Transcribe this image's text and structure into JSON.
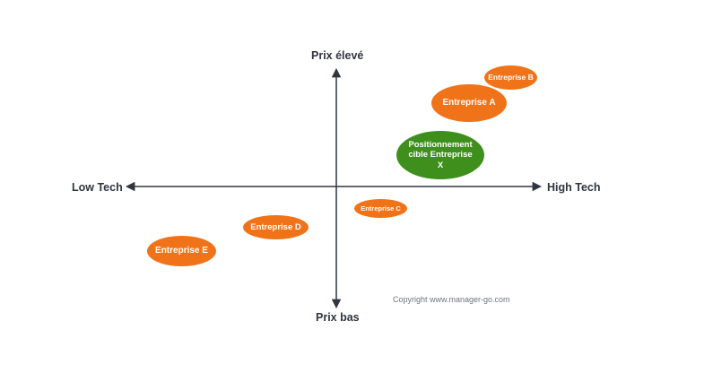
{
  "axes": {
    "top": "Prix élevé",
    "bottom": "Prix bas",
    "left": "Low Tech",
    "right": "High Tech"
  },
  "bubbles": {
    "a": "Entreprise A",
    "b": "Entreprise B",
    "c": "Entreprise C",
    "d": "Entreprise D",
    "e": "Entreprise E",
    "x_line1": "Positionnement",
    "x_line2": "cible Entreprise",
    "x_line3": "X"
  },
  "copyright": "Copyright www.manager-go.com",
  "colors": {
    "competitor": "#f07319",
    "target": "#3f8f1c",
    "axis": "#2f3640"
  }
}
